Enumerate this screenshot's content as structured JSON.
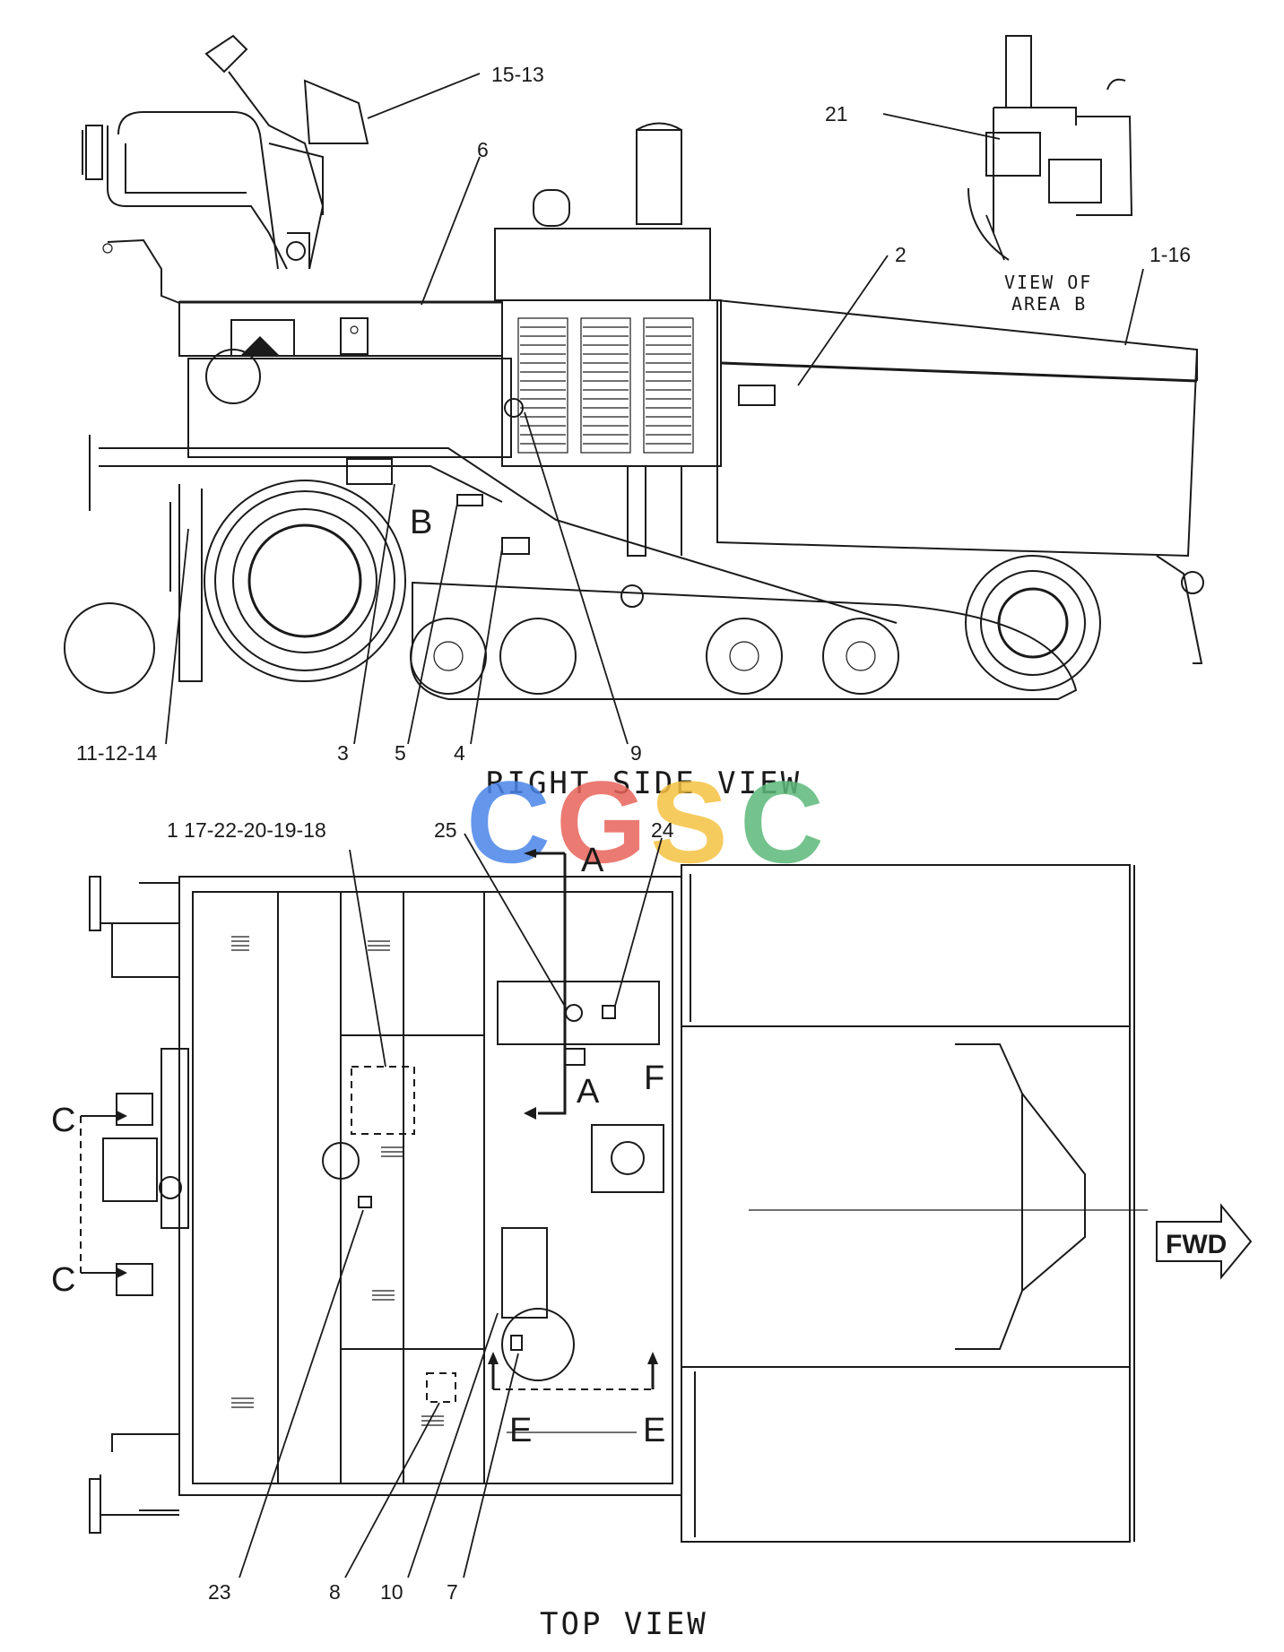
{
  "views": {
    "side_title": "RIGHT SIDE VIEW",
    "top_title": "TOP VIEW",
    "detail_title_line1": "VIEW OF",
    "detail_title_line2": "AREA B"
  },
  "callouts_side": {
    "c15_13": "15-13",
    "c6": "6",
    "c21": "21",
    "c2": "2",
    "c1_16": "1-16",
    "c11_12_14": "11-12-14",
    "c3": "3",
    "c5": "5",
    "c4": "4",
    "c9": "9"
  },
  "callouts_top": {
    "c17_22": "1 17-22-20-19-18",
    "c25": "25",
    "c24": "24",
    "c23": "23",
    "c8": "8",
    "c10": "10",
    "c7": "7"
  },
  "section_letters": {
    "b": "B",
    "a_top": "A",
    "a_bottom": "A",
    "f": "F",
    "c_top": "C",
    "c_bottom": "C",
    "e_left": "E",
    "e_right": "E"
  },
  "direction_label": "FWD",
  "watermark": {
    "letters": [
      "C",
      "G",
      "S",
      "C"
    ],
    "colors": [
      "#4a86e8",
      "#e8635a",
      "#f5c242",
      "#5cb87a"
    ]
  }
}
